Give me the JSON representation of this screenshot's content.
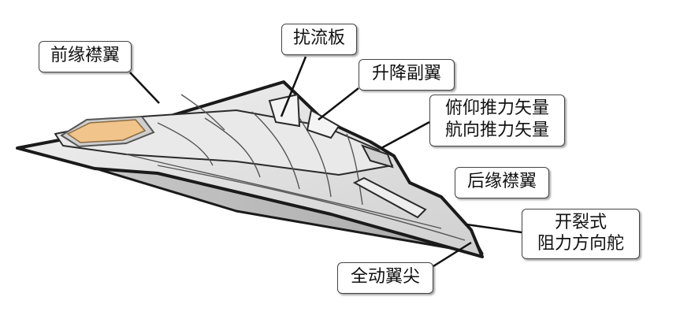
{
  "labels": {
    "leading_edge_flap": "前缘襟翼",
    "spoiler": "扰流板",
    "elevon": "升降副翼",
    "pitch_thrust_vector": "俯仰推力矢量",
    "yaw_thrust_vector": "航向推力矢量",
    "trailing_edge_flap": "后缘襟翼",
    "split_drag_rudder_line1": "开裂式",
    "split_drag_rudder_line2": "阻力方向舵",
    "all_moving_wingtip": "全动翼尖"
  },
  "colors": {
    "outline": "#1a1a1a",
    "fuselage_fill": "#e6e6e6",
    "wing_fill": "#d9d9d9",
    "panel_line": "#555555",
    "canopy": "#f0c48a",
    "canopy_frame": "#7a7a7a"
  }
}
